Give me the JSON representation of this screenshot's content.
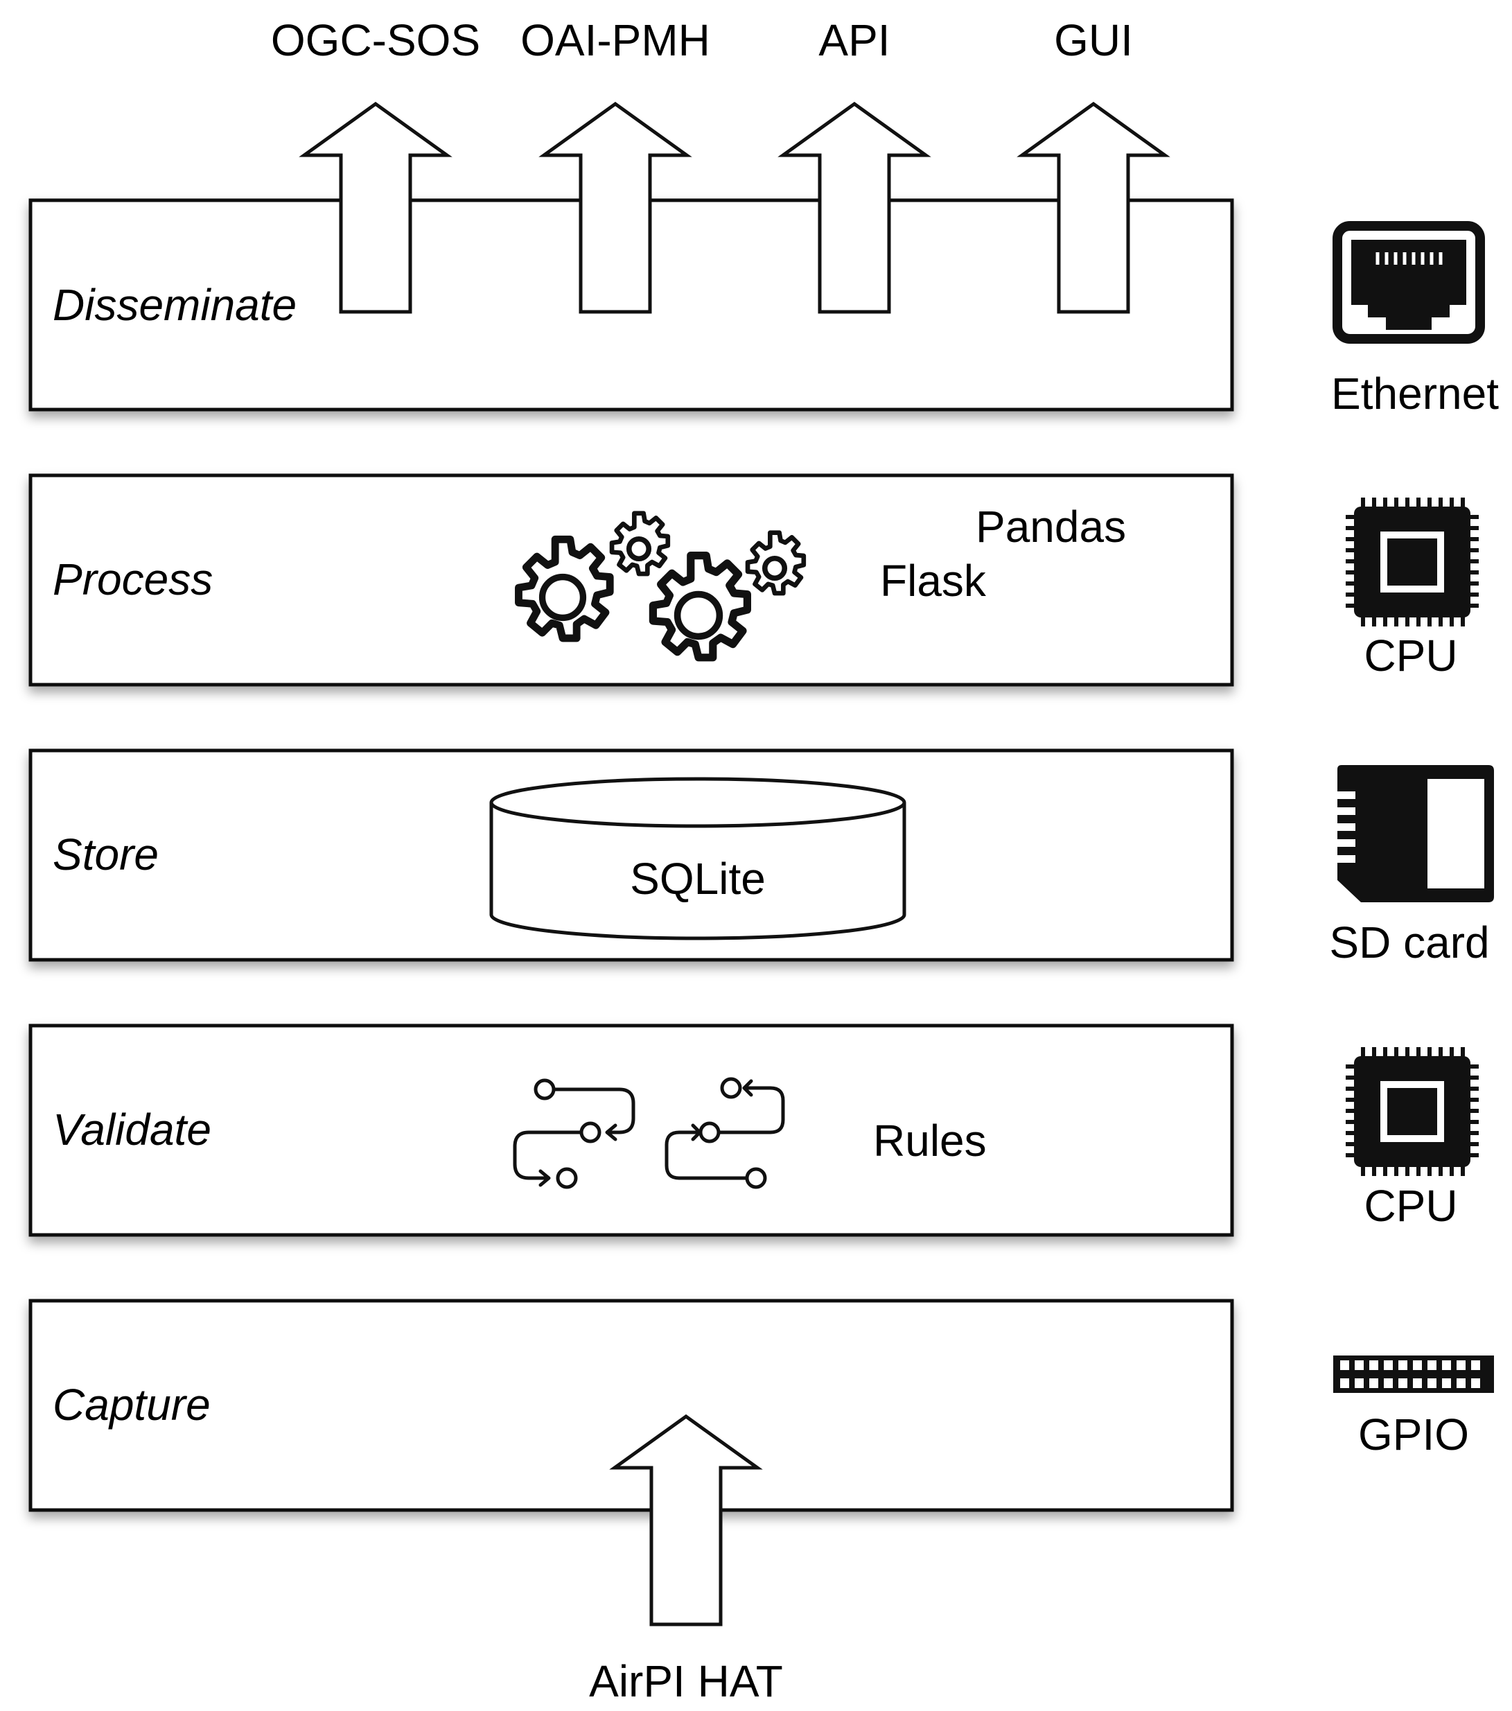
{
  "outputs": {
    "ogc_sos": "OGC-SOS",
    "oai_pmh": "OAI-PMH",
    "api": "API",
    "gui": "GUI"
  },
  "layers": {
    "disseminate": "Disseminate",
    "process": "Process",
    "store": "Store",
    "validate": "Validate",
    "capture": "Capture"
  },
  "process": {
    "pandas": "Pandas",
    "flask": "Flask"
  },
  "store": {
    "database": "SQLite"
  },
  "validate": {
    "rules": "Rules"
  },
  "input": {
    "source": "AirPI HAT"
  },
  "hardware": {
    "ethernet": "Ethernet",
    "cpu_process": "CPU",
    "sd_card": "SD card",
    "cpu_validate": "CPU",
    "gpio": "GPIO"
  },
  "icons": {
    "ethernet": "ethernet-port-icon",
    "cpu": "cpu-chip-icon",
    "sd_card": "sd-card-icon",
    "gpio": "gpio-header-icon",
    "gears": "gears-icon",
    "rules": "workflow-rules-icon",
    "database": "database-cylinder-icon"
  },
  "colors": {
    "stroke": "#111111",
    "fill": "#ffffff",
    "shadow": "#9a9a9a"
  }
}
